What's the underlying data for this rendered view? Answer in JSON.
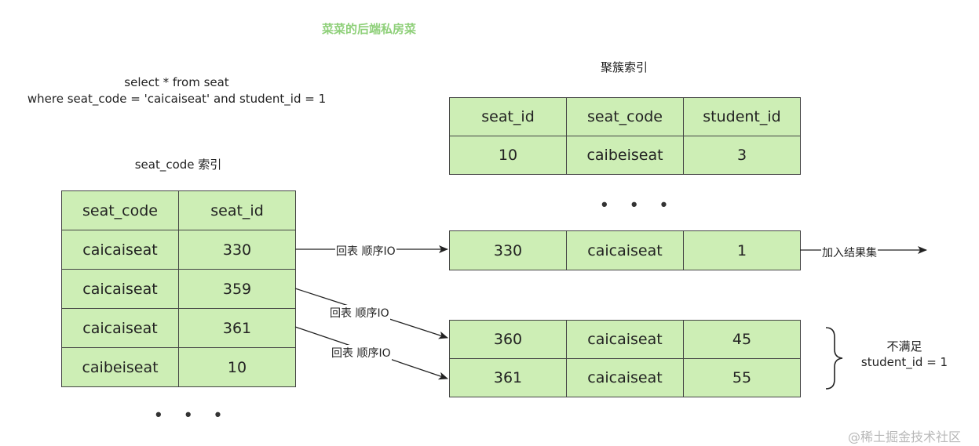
{
  "title": "菜菜的后端私房菜",
  "sql": {
    "line1": "select * from seat",
    "line2": "where seat_code = 'caicaiseat' and student_id = 1"
  },
  "index_label": "seat_code 索引",
  "clustered_label": "聚簇索引",
  "index_table": {
    "headers": [
      "seat_code",
      "seat_id"
    ],
    "rows": [
      [
        "caicaiseat",
        "330"
      ],
      [
        "caicaiseat",
        "359"
      ],
      [
        "caicaiseat",
        "361"
      ],
      [
        "caibeiseat",
        "10"
      ]
    ]
  },
  "clustered_table": {
    "headers": [
      "seat_id",
      "seat_code",
      "student_id"
    ],
    "rows_top": [
      [
        "10",
        "caibeiseat",
        "3"
      ]
    ],
    "rows_mid": [
      [
        "330",
        "caicaiseat",
        "1"
      ]
    ],
    "rows_bot": [
      [
        "360",
        "caicaiseat",
        "45"
      ],
      [
        "361",
        "caicaiseat",
        "55"
      ]
    ]
  },
  "ellipsis": "• • •",
  "edges": {
    "back_lookup_1": "回表 顺序IO",
    "back_lookup_2": "回表 顺序IO",
    "back_lookup_3": "回表 顺序IO",
    "add_result": "加入结果集"
  },
  "note": {
    "line1": "不满足",
    "line2": "student_id = 1"
  },
  "watermark": "@稀土掘金技术社区",
  "colors": {
    "cell_fill": "#cdeeb5",
    "title": "#8fd07a",
    "border": "#444444"
  }
}
